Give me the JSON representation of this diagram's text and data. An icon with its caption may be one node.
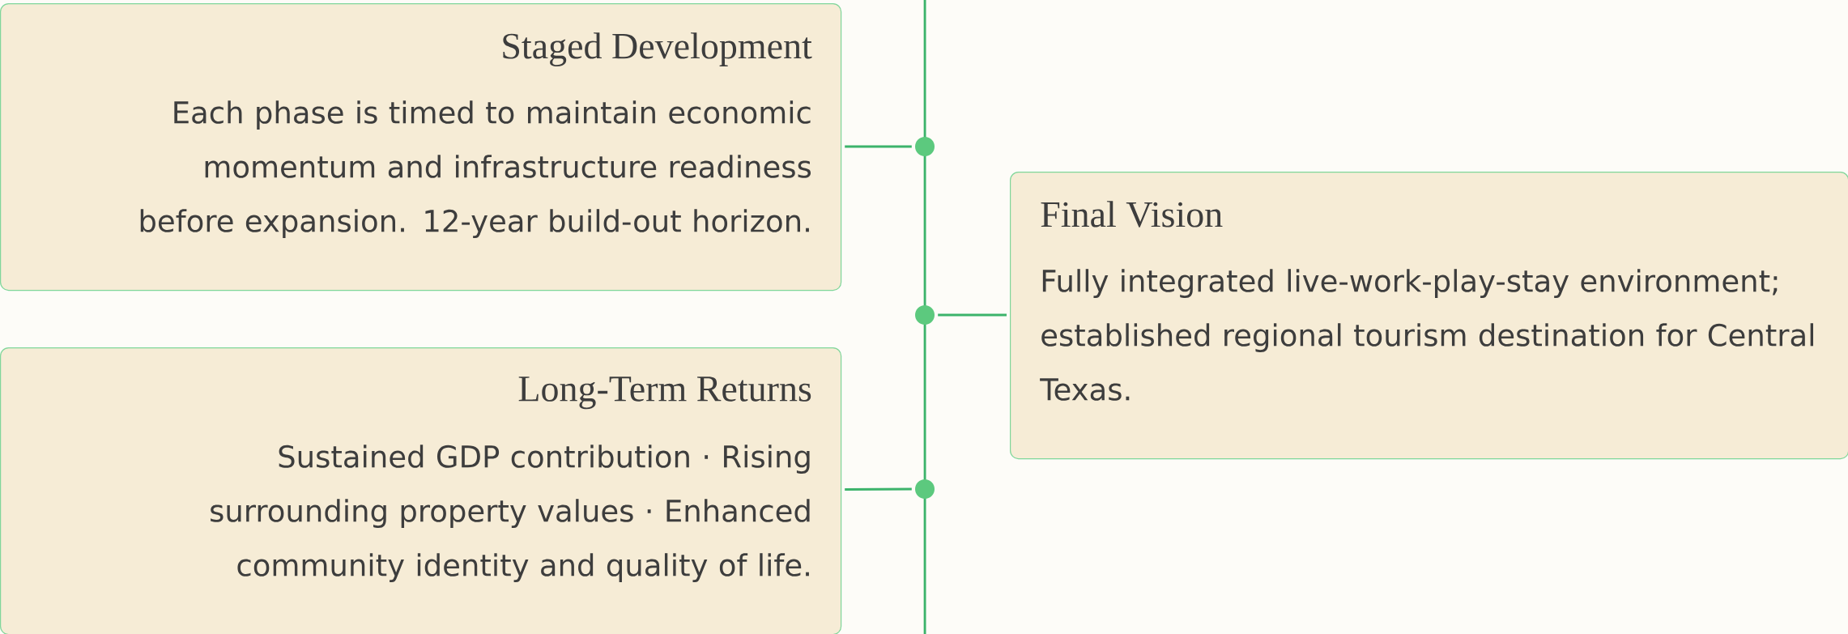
{
  "diagram": {
    "nodes": [
      {
        "text": [
          "Staged Development",
          "Each phase is timed to maintain economic momentum and infrastructure readiness before expansion. 12-year build-out horizon."
        ]
      },
      {
        "text": [
          "Final Vision",
          "Fully integrated live-work-play-stay environment; established regional tourism destination for Central Texas."
        ]
      },
      {
        "text": [
          "Long-Term Returns",
          "Sustained GDP contribution · Rising surrounding property values · Enhanced community identity and quality of life."
        ]
      },
      {
        "text": [],
        "shape": "circle"
      },
      {
        "text": [],
        "shape": "circle"
      },
      {
        "text": [],
        "shape": "circle"
      }
    ],
    "edges": [
      {
        "from": 0,
        "to": 3,
        "arrow": "none"
      },
      {
        "from": 4,
        "to": 1,
        "arrow": "none"
      },
      {
        "from": 2,
        "to": 5,
        "arrow": "none"
      }
    ]
  }
}
